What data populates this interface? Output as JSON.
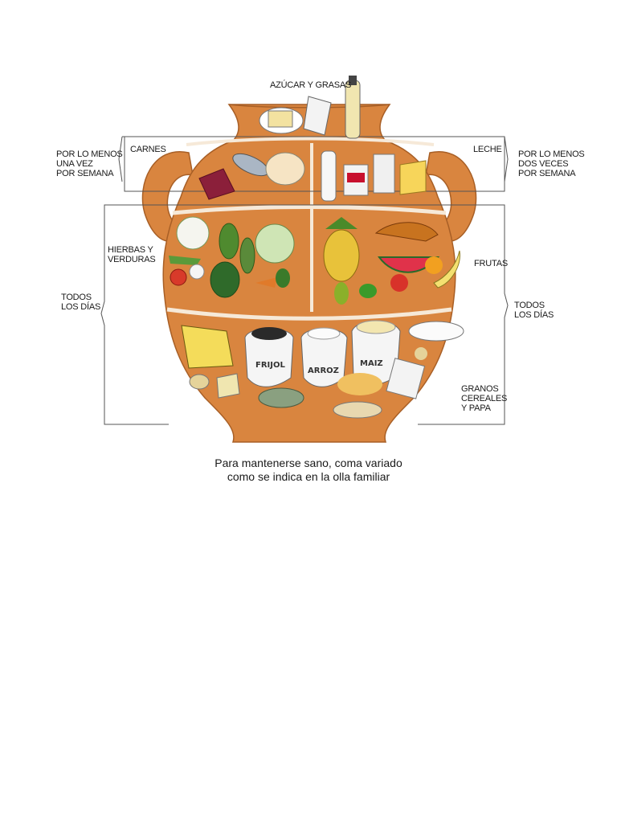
{
  "title": "AZÚCAR Y GRASAS",
  "sections": {
    "carnes": "CARNES",
    "leche": "LECHE",
    "hierbas_verduras": [
      "HIERBAS Y",
      "VERDURAS"
    ],
    "frutas": "FRUTAS",
    "granos": [
      "GRANOS",
      "CEREALES",
      "Y PAPA"
    ]
  },
  "frequencies": {
    "left_top": [
      "POR LO MENOS",
      "UNA VEZ",
      "POR SEMANA"
    ],
    "right_top": [
      "POR LO MENOS",
      "DOS VECES",
      "POR SEMANA"
    ],
    "left_mid": [
      "TODOS",
      "LOS DÍAS"
    ],
    "right_mid": [
      "TODOS",
      "LOS DÍAS"
    ]
  },
  "sacks": [
    "FRIJOL",
    "ARROZ",
    "MAIZ"
  ],
  "caption": [
    "Para mantenerse sano, coma variado",
    "como se indica en la olla familiar"
  ],
  "colors": {
    "pot": "#d9853f",
    "pot_dark": "#a85f26",
    "band": "#f6e9d8"
  }
}
